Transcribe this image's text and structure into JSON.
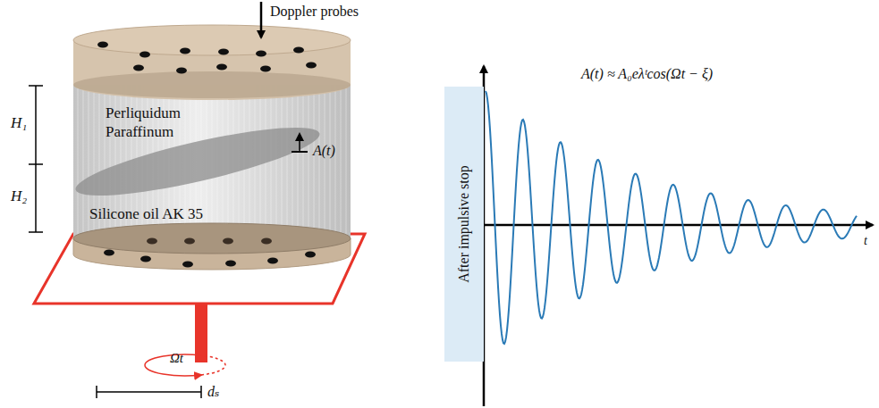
{
  "diagram": {
    "nodes": [
      {
        "text": [
          "After impulsive stop"
        ]
      }
    ],
    "labels": [
      "Doppler probes",
      "H₁",
      "H₂",
      "Perliquidum Paraffinum",
      "A(t)",
      "Silicone oil AK 35",
      "Ωt",
      "dₛ",
      "A(t) ≈ A₀eλᵗcos(Ωt − ξ)",
      "t"
    ]
  }
}
